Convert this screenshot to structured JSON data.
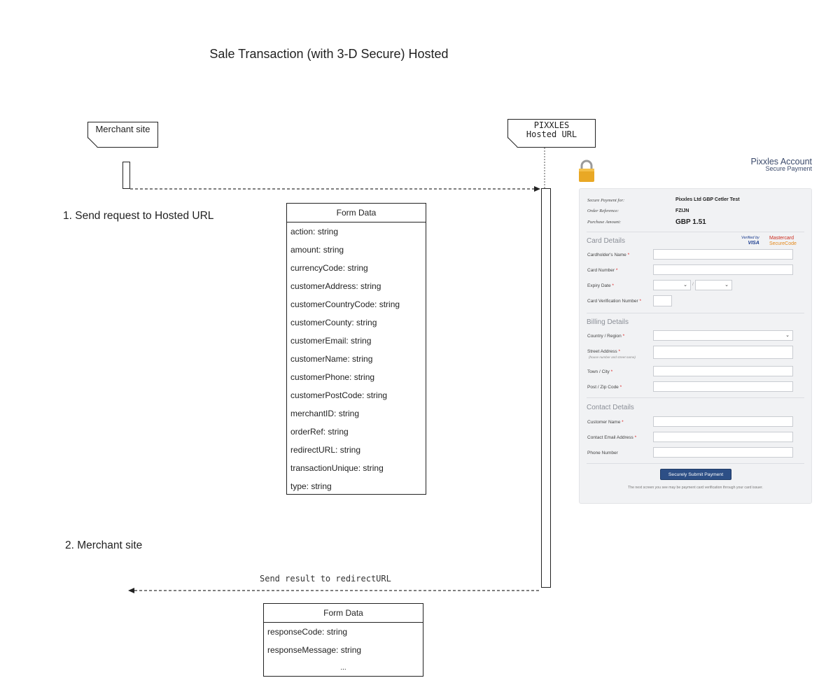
{
  "title": "Sale Transaction (with 3-D Secure) Hosted",
  "actors": {
    "merchant": "Merchant site",
    "pixxles_line1": "PIXXLES",
    "pixxles_line2": "Hosted URL"
  },
  "steps": {
    "step1": "1. Send request to Hosted URL",
    "step2": "2. Merchant site"
  },
  "return_label": "Send result to redirectURL",
  "request_form": {
    "header": "Form Data",
    "rows": [
      "action: string",
      "amount: string",
      "currencyCode: string",
      "customerAddress: string",
      "customerCountryCode: string",
      "customerCounty: string",
      "customerEmail: string",
      "customerName: string",
      "customerPhone: string",
      "customerPostCode: string",
      "merchantID: string",
      "orderRef: string",
      "redirectURL: string",
      "transactionUnique: string",
      "type: string"
    ]
  },
  "response_form": {
    "header": "Form Data",
    "rows": [
      "responseCode: string",
      "responseMessage: string",
      "..."
    ]
  },
  "payment_page": {
    "account_title": "Pixxles Account",
    "account_sub": "Secure Payment",
    "secure_payment_for_label": "Secure Payment for:",
    "secure_payment_for_value": "Pixxles Ltd GBP Cetler Test",
    "order_ref_label": "Order Reference:",
    "order_ref_value": "FZIJN",
    "purchase_amount_label": "Purchase Amount:",
    "purchase_amount_value": "GBP 1.51",
    "card_details_heading": "Card Details",
    "verified_by": "Verified by",
    "visa": "VISA",
    "mastercard": "Mastercard",
    "securecode": "SecureCode",
    "cardholder_name": "Cardholder's Name",
    "card_number": "Card Number",
    "expiry_date": "Expiry Date",
    "cvn": "Card Verification Number",
    "billing_heading": "Billing Details",
    "country": "Country / Region",
    "street": "Street Address",
    "street_hint": "(house number and street name)",
    "town": "Town / City",
    "postcode": "Post / Zip Code",
    "contact_heading": "Contact Details",
    "customer_name": "Customer Name",
    "contact_email": "Contact Email Address",
    "phone": "Phone Number",
    "submit": "Securely Submit Payment",
    "footer": "The next screen you see may be payment card verification through your card issuer.",
    "required_mark": "*"
  }
}
